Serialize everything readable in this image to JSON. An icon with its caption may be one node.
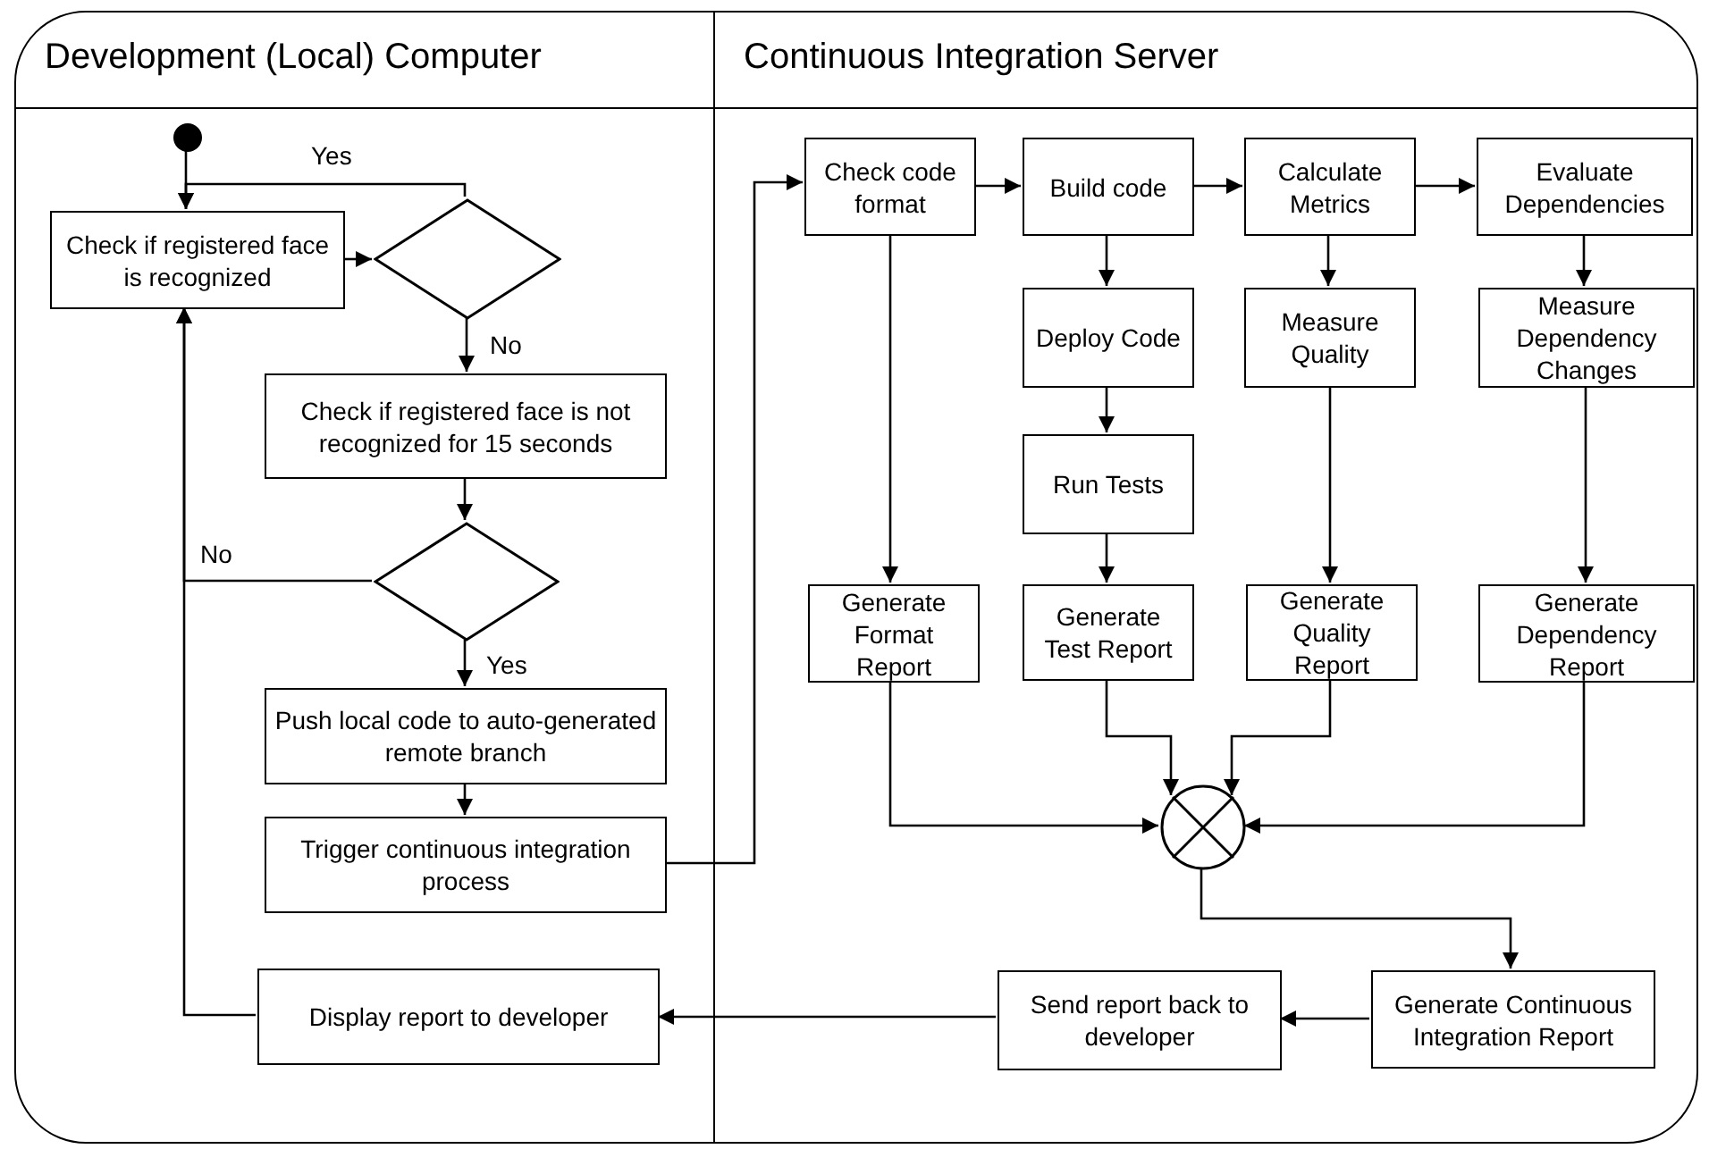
{
  "diagram": {
    "nodes": [
      {
        "text": [
          "Development (Local) Computer"
        ]
      },
      {
        "text": [
          "Continuous Integration Server"
        ]
      },
      {
        "text": [],
        "shape": "circle",
        "in": 0
      },
      {
        "text": [
          "Check if registered face is recognized"
        ],
        "in": 0
      },
      {
        "text": [],
        "shape": "diamond",
        "in": 0
      },
      {
        "text": [
          "Check if registered face is not recognized for 15 seconds"
        ],
        "in": 0
      },
      {
        "text": [],
        "shape": "diamond",
        "in": 0
      },
      {
        "text": [
          "Push local code to auto-generated remote branch"
        ],
        "in": 0
      },
      {
        "text": [
          "Trigger continuous integration process"
        ],
        "in": 0
      },
      {
        "text": [
          "Display report to developer"
        ],
        "in": 0
      },
      {
        "text": [
          "Check code format"
        ],
        "in": 1
      },
      {
        "text": [
          "Build code"
        ],
        "in": 1
      },
      {
        "text": [
          "Calculate Metrics"
        ],
        "in": 1
      },
      {
        "text": [
          "Evaluate Dependencies"
        ],
        "in": 1
      },
      {
        "text": [
          "Deploy Code"
        ],
        "in": 1
      },
      {
        "text": [
          "Measure Quality"
        ],
        "in": 1
      },
      {
        "text": [
          "Measure Dependency Changes"
        ],
        "in": 1
      },
      {
        "text": [
          "Run Tests"
        ],
        "in": 1
      },
      {
        "text": [
          "Generate Format Report"
        ],
        "in": 1
      },
      {
        "text": [
          "Generate Test Report"
        ],
        "in": 1
      },
      {
        "text": [
          "Generate Quality Report"
        ],
        "in": 1
      },
      {
        "text": [
          "Generate Dependency Report"
        ],
        "in": 1
      },
      {
        "text": [],
        "shape": "circle",
        "in": 1
      },
      {
        "text": [
          "Generate Continuous Integration Report"
        ],
        "in": 1
      },
      {
        "text": [
          "Send report back to developer"
        ],
        "in": 1
      }
    ],
    "edges": [
      {
        "from": 2,
        "to": 3,
        "arrow": "to"
      },
      {
        "from": 3,
        "to": 4,
        "arrow": "to"
      },
      {
        "from": 4,
        "to": 3,
        "arrow": "to",
        "label": "Yes"
      },
      {
        "from": 4,
        "to": 5,
        "arrow": "to",
        "label": "No"
      },
      {
        "from": 5,
        "to": 6,
        "arrow": "to"
      },
      {
        "from": 6,
        "to": 3,
        "arrow": "to",
        "label": "No"
      },
      {
        "from": 6,
        "to": 7,
        "arrow": "to",
        "label": "Yes"
      },
      {
        "from": 7,
        "to": 8,
        "arrow": "to"
      },
      {
        "from": 8,
        "to": 10,
        "arrow": "to"
      },
      {
        "from": 10,
        "to": 11,
        "arrow": "to"
      },
      {
        "from": 11,
        "to": 12,
        "arrow": "to"
      },
      {
        "from": 12,
        "to": 13,
        "arrow": "to"
      },
      {
        "from": 11,
        "to": 14,
        "arrow": "to"
      },
      {
        "from": 14,
        "to": 17,
        "arrow": "to"
      },
      {
        "from": 17,
        "to": 19,
        "arrow": "to"
      },
      {
        "from": 12,
        "to": 15,
        "arrow": "to"
      },
      {
        "from": 15,
        "to": 20,
        "arrow": "to"
      },
      {
        "from": 13,
        "to": 16,
        "arrow": "to"
      },
      {
        "from": 16,
        "to": 21,
        "arrow": "to"
      },
      {
        "from": 10,
        "to": 18,
        "arrow": "to"
      },
      {
        "from": 18,
        "to": 22,
        "arrow": "to"
      },
      {
        "from": 19,
        "to": 22,
        "arrow": "to"
      },
      {
        "from": 20,
        "to": 22,
        "arrow": "to"
      },
      {
        "from": 21,
        "to": 22,
        "arrow": "to"
      },
      {
        "from": 22,
        "to": 23,
        "arrow": "to"
      },
      {
        "from": 23,
        "to": 24,
        "arrow": "to"
      },
      {
        "from": 24,
        "to": 9,
        "arrow": "to"
      },
      {
        "from": 9,
        "to": 3,
        "arrow": "to"
      }
    ]
  }
}
